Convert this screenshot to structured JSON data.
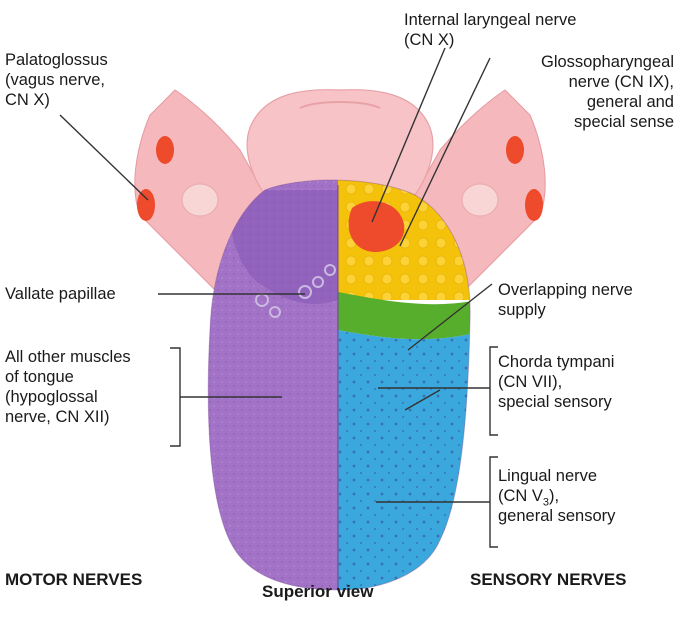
{
  "labels": {
    "palatoglossus": [
      "Palatoglossus",
      "(vagus nerve,",
      "CN X)"
    ],
    "internal_laryngeal": [
      "Internal laryngeal nerve",
      "(CN X)"
    ],
    "glossopharyngeal": [
      "Glossopharyngeal",
      "nerve (CN IX),",
      "general and",
      "special sense"
    ],
    "vallate_papillae": "Vallate papillae",
    "overlapping": [
      "Overlapping nerve",
      "supply"
    ],
    "other_muscles": [
      "All other muscles",
      "of tongue",
      "(hypoglossal",
      "nerve, CN XII)"
    ],
    "chorda_tympani": [
      "Chorda tympani",
      "(CN VII),",
      "special sensory"
    ],
    "lingual": {
      "line1": "Lingual nerve",
      "line2_prefix": "(CN V",
      "line2_sub": "3",
      "line2_suffix": "),",
      "line3": "general sensory"
    }
  },
  "footer": {
    "motor": "MOTOR NERVES",
    "view": "Superior view",
    "sensory": "SENSORY NERVES"
  },
  "colors": {
    "motor_purple": "#a272c6",
    "cn_ix_yellow": "#f4c20a",
    "cn_x_red": "#ee4a2c",
    "overlap_green": "#57ae2c",
    "chorda_blue": "#3aa8dc",
    "pharynx_pink": "#f3b2b8"
  }
}
